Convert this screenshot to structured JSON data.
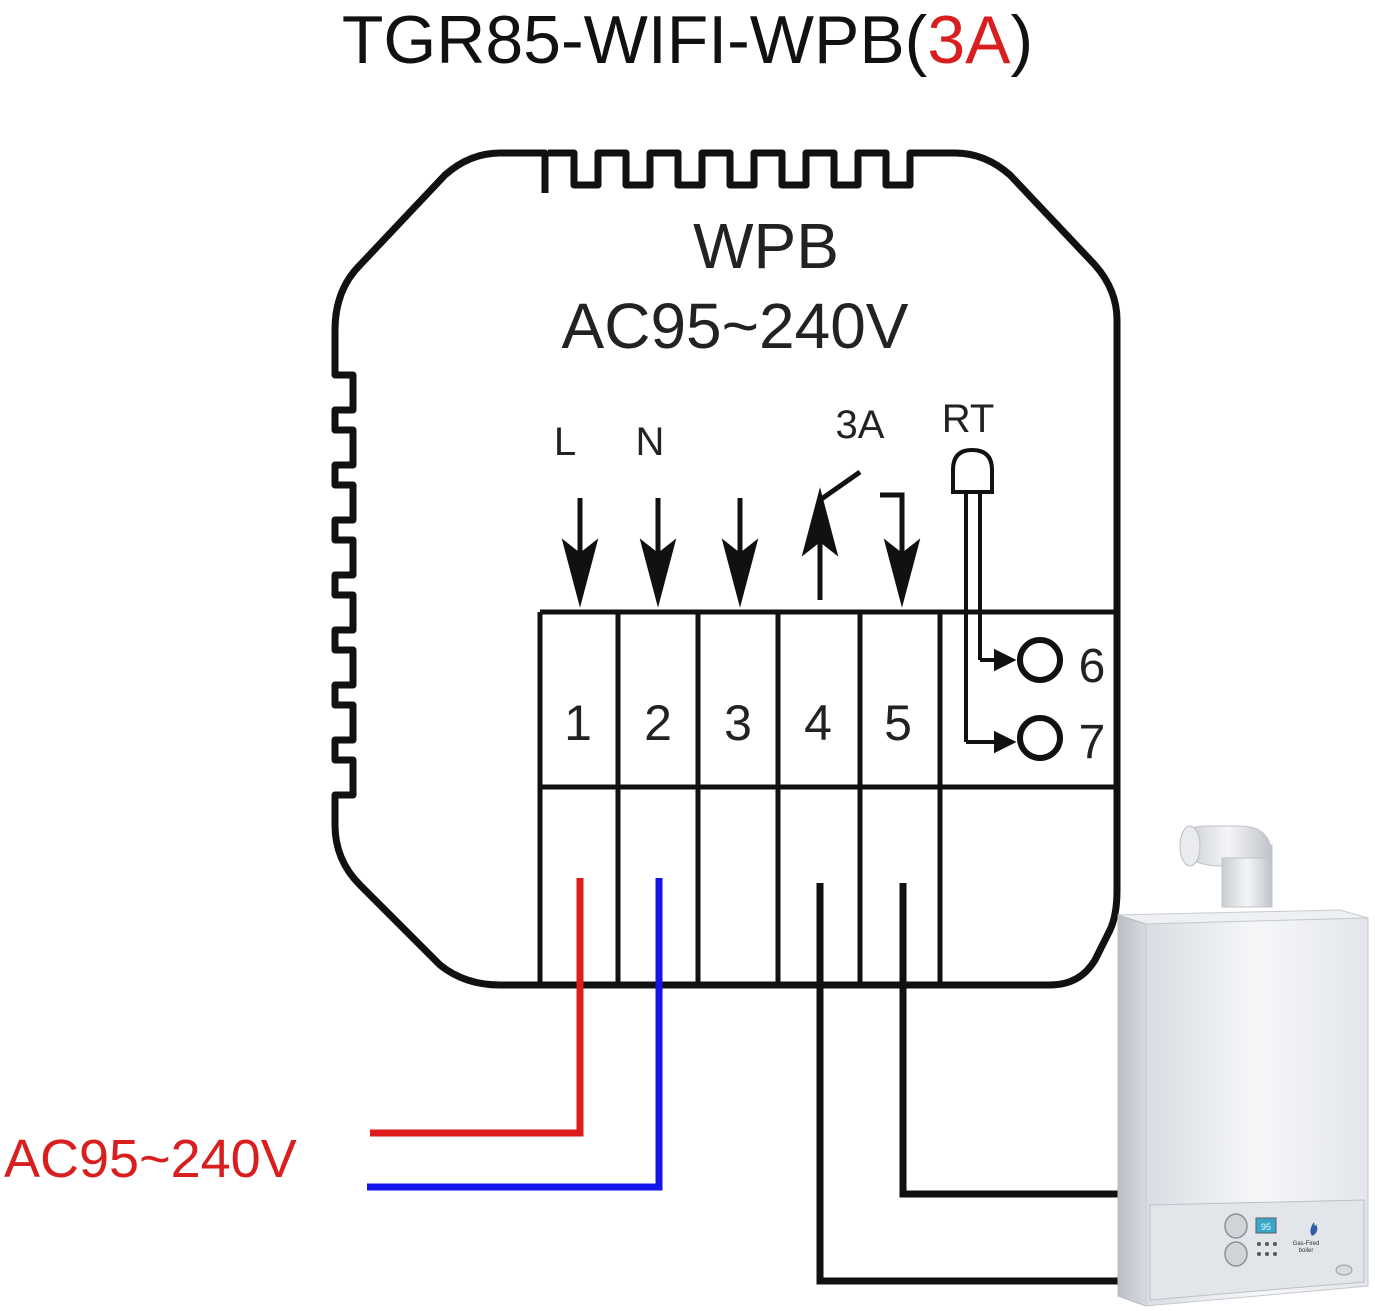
{
  "title": {
    "prefix": "TGR85-WIFI-WPB(",
    "highlight": "3A",
    "suffix": ")"
  },
  "device": {
    "model_label": "WPB",
    "voltage_label": "AC95~240V",
    "terminal_labels": {
      "L": "L",
      "N": "N",
      "relay": "3A",
      "sensor": "RT"
    },
    "terminals": [
      "1",
      "2",
      "3",
      "4",
      "5"
    ],
    "sensor_terminals": [
      "6",
      "7"
    ]
  },
  "supply_label": "AC95~240V",
  "boiler": {
    "display_value": "95",
    "brand_text_1": "Gas-Fired",
    "brand_text_2": "boiler"
  },
  "colors": {
    "live_wire": "#e01b1b",
    "neutral_wire": "#1414e8",
    "signal_wire": "#111111",
    "title_accent": "#d81e1e",
    "supply_label": "#d81e1e",
    "outline": "#111111"
  }
}
